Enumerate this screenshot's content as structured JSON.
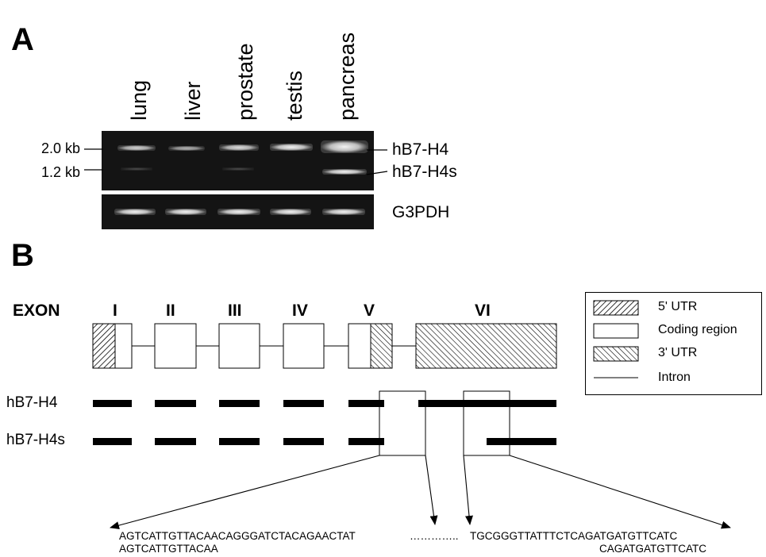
{
  "panel_a": {
    "letter": "A",
    "lanes": [
      "lung",
      "liver",
      "prostate",
      "testis",
      "pancreas"
    ],
    "size_markers": [
      "2.0 kb",
      "1.2 kb"
    ],
    "band_labels": [
      "hB7-H4",
      "hB7-H4s"
    ],
    "control_label": "G3PDH"
  },
  "panel_b": {
    "letter": "B",
    "exon_heading": "EXON",
    "exons": [
      "I",
      "II",
      "III",
      "IV",
      "V",
      "VI"
    ],
    "rows": [
      "hB7-H4",
      "hB7-H4s"
    ],
    "legend": {
      "utr5": "5' UTR",
      "coding": "Coding region",
      "utr3": "3' UTR",
      "intron": "Intron"
    },
    "sequence": {
      "top_left": "AGTCATTGTTACAACAGGGATCTACAGAACTAT",
      "dots": "…………..",
      "top_right": "TGCGGGTTATTTCTCAGATGATGTTCATC",
      "bottom_left": "AGTCATTGTTACAA",
      "bottom_right": "CAGATGATGTTCATC"
    }
  }
}
